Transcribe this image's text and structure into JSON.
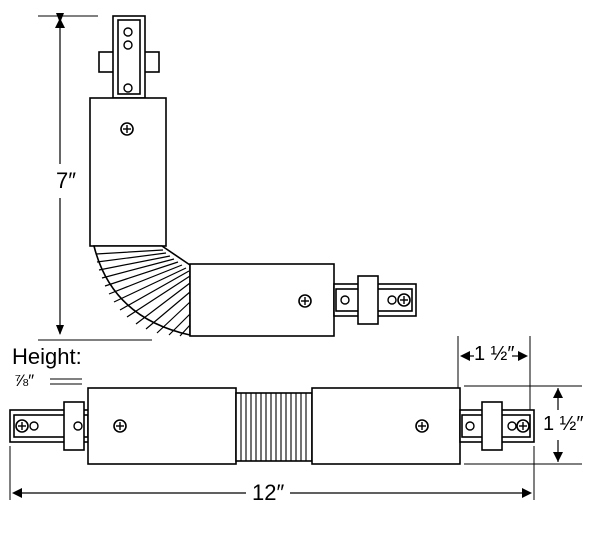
{
  "dimensions": {
    "height_label": "Height:",
    "height_value": "⅞″",
    "vertical_length": "7″",
    "overall_length": "12″",
    "end_length": "1 ½″",
    "width": "1 ½″"
  }
}
